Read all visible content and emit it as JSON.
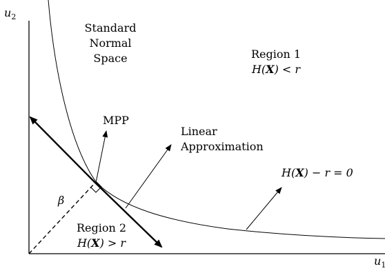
{
  "axes": {
    "x_main": "u",
    "x_sub": "1",
    "y_main": "u",
    "y_sub": "2"
  },
  "labels": {
    "standard_space": [
      "Standard",
      "Normal",
      "Space"
    ],
    "region1_title": "Region 1",
    "region1_expr": {
      "pre": "H(",
      "var": "X",
      "post": ") < r"
    },
    "region2_title": "Region 2",
    "region2_expr": {
      "pre": "H(",
      "var": "X",
      "post": ") > r"
    },
    "mpp": "MPP",
    "linear_approx": [
      "Linear",
      "Approximation"
    ],
    "limit_state": {
      "pre": "H(",
      "var": "X",
      "post": ") − r = 0"
    },
    "beta": "β"
  }
}
